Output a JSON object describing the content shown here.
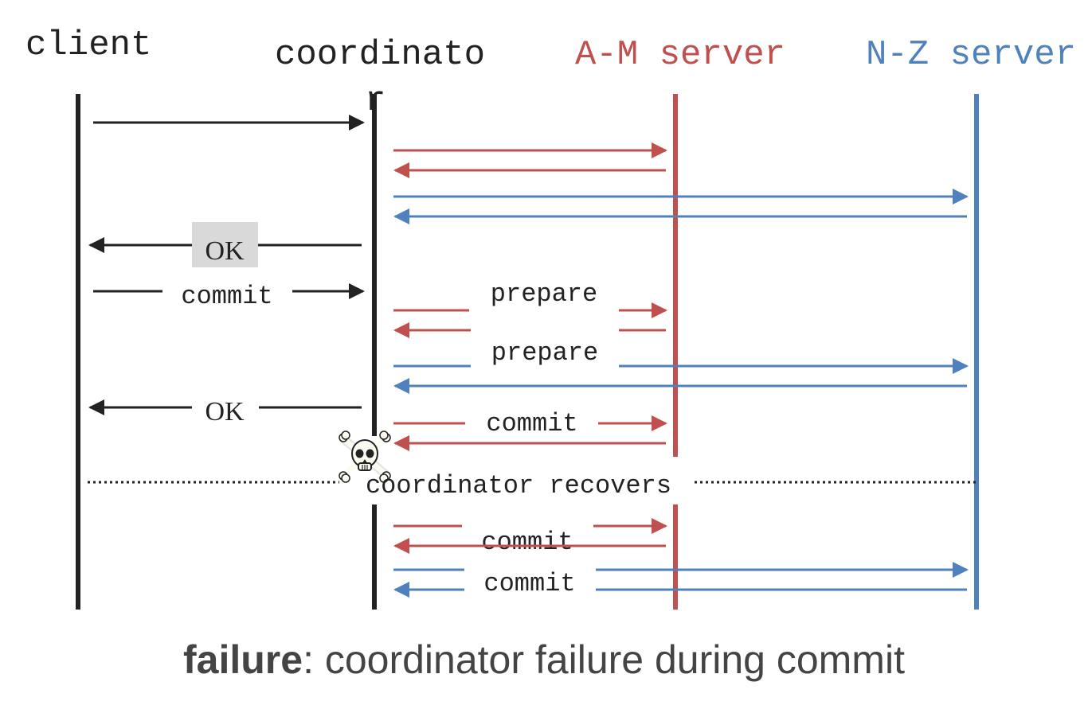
{
  "colors": {
    "black": "#222222",
    "red": "#c0504d",
    "blue": "#4f81bd",
    "caption": "#444444",
    "ok_box": "#d9d9d9"
  },
  "participants": {
    "client": "client",
    "coordinator_line1": "coordinato",
    "coordinator_line2": "r",
    "am_server": "A-M server",
    "nz_server": "N-Z server"
  },
  "messages": {
    "ok_1": "OK",
    "commit_client": "commit",
    "prepare_am": "prepare",
    "prepare_nz": "prepare",
    "ok_2": "OK",
    "commit_am": "commit",
    "recovers": "coordinator recovers",
    "commit_am_2": "commit",
    "commit_nz_2": "commit"
  },
  "icons": {
    "crash": "skull-crossbones-icon"
  },
  "caption": {
    "bold": "failure",
    "rest": ": coordinator failure during commit"
  }
}
